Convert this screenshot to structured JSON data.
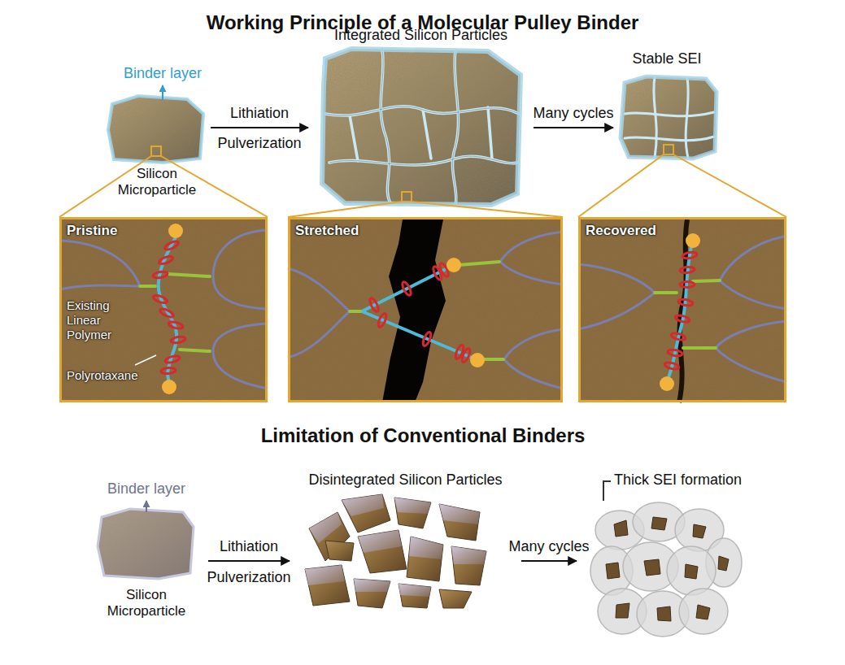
{
  "diagram": {
    "title": "Working Principle of a Molecular Pulley Binder",
    "nodes": [
      {
        "text": [
          "Silicon Microparticle"
        ]
      },
      {
        "text": [
          "Integrated Silicon Particles"
        ]
      },
      {
        "text": [
          "Stable SEI"
        ]
      },
      {
        "text": [
          "Pristine",
          "Existing Linear Polymer",
          "Polyrotaxane"
        ]
      },
      {
        "text": [
          "Stretched"
        ]
      },
      {
        "text": [
          "Recovered"
        ]
      },
      {
        "text": [
          "Silicon Microparticle"
        ]
      },
      {
        "text": [
          "Disintegrated Silicon Particles"
        ]
      },
      {
        "text": [
          "Thick SEI formation"
        ]
      }
    ],
    "edges": [
      {
        "from": 0,
        "to": 1,
        "arrow": "to",
        "label": "Lithiation"
      },
      {
        "from": 1,
        "to": 2,
        "arrow": "to",
        "label": "Many cycles"
      },
      {
        "from": 6,
        "to": 7,
        "arrow": "to",
        "label": "Lithiation"
      },
      {
        "from": 7,
        "to": 8,
        "arrow": "to",
        "label": "Many cycles"
      }
    ],
    "labels": [
      "Binder layer",
      "Pulverization",
      "Limitation of Conventional Binders",
      "Binder layer",
      "Pulverization"
    ]
  }
}
